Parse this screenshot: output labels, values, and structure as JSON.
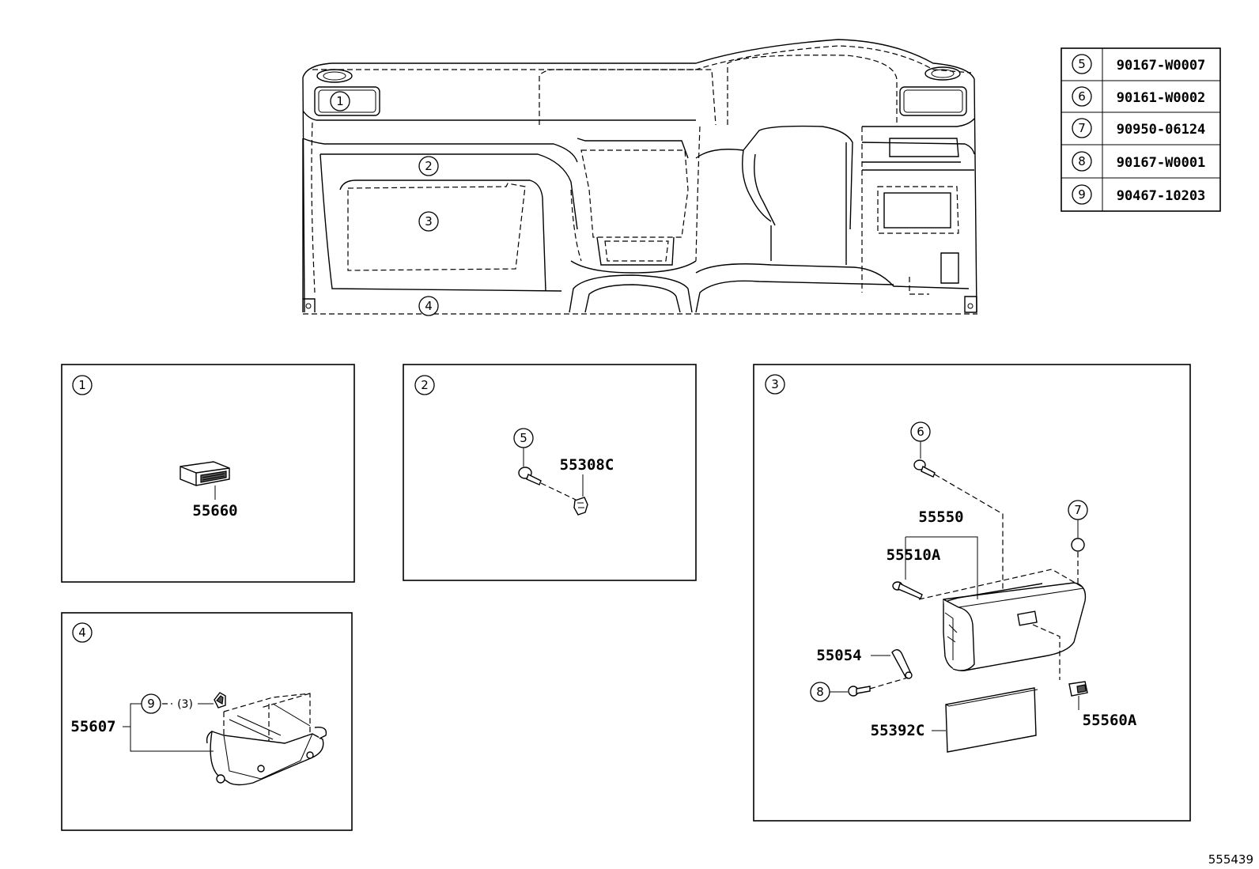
{
  "fastener_table": [
    {
      "ref": "5",
      "part": "90167-W0007"
    },
    {
      "ref": "6",
      "part": "90161-W0002"
    },
    {
      "ref": "7",
      "part": "90950-06124"
    },
    {
      "ref": "8",
      "part": "90167-W0001"
    },
    {
      "ref": "9",
      "part": "90467-10203"
    }
  ],
  "overview_callouts": [
    "1",
    "2",
    "3",
    "4"
  ],
  "panels": {
    "p1": {
      "ref": "1",
      "parts": {
        "vent": "55660"
      }
    },
    "p2": {
      "ref": "2",
      "parts": {
        "callout": "5",
        "clip": "55308C"
      }
    },
    "p3": {
      "ref": "3",
      "parts": {
        "c6": "6",
        "c7": "7",
        "c8": "8",
        "box": "55550",
        "hinge": "55510A",
        "damper": "55054",
        "pad": "55392C",
        "lock": "55560A"
      }
    },
    "p4": {
      "ref": "4",
      "parts": {
        "callout": "9",
        "qty": "(3)",
        "tray": "55607"
      }
    }
  },
  "footer_code": "555439"
}
